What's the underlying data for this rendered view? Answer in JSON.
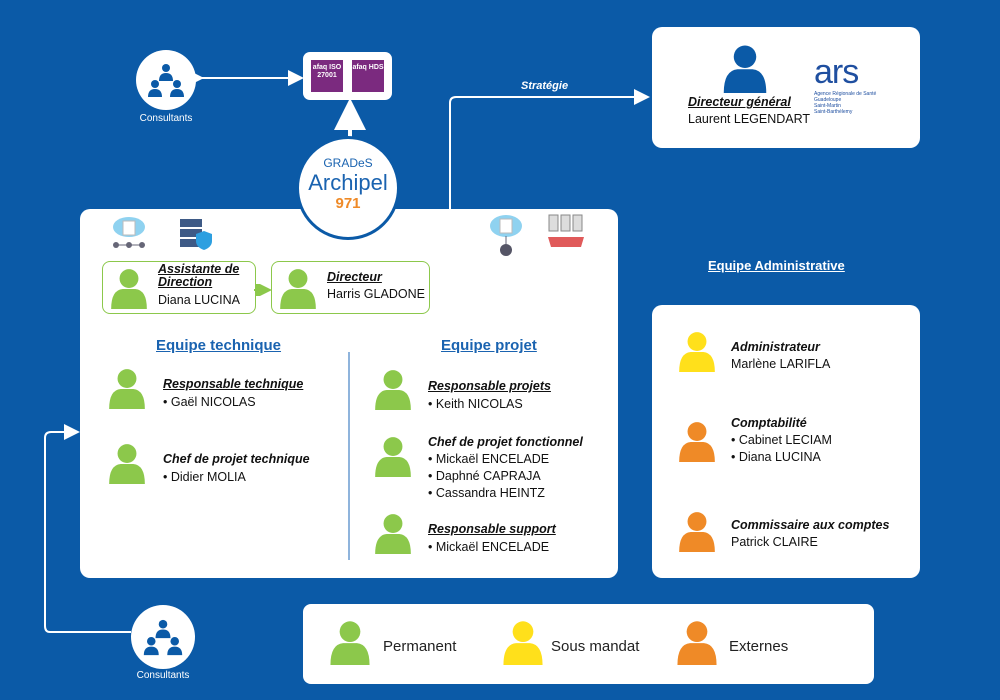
{
  "colors": {
    "background": "#0b5aa7",
    "permanent": "#8cc84b",
    "sous_mandat": "#ffe01b",
    "externes": "#ef8a27",
    "director_general": "#0b5aa7"
  },
  "consultants_top": {
    "label": "Consultants"
  },
  "consultants_bottom": {
    "label": "Consultants"
  },
  "certifications": {
    "badges": [
      "afaq ISO 27001",
      "afaq HDS"
    ]
  },
  "logo": {
    "line1": "GRADeS",
    "line2": "Archipel",
    "line3": "971"
  },
  "strategy_label": "Stratégie",
  "director_general": {
    "role": "Directeur général",
    "name": "Laurent LEGENDART",
    "partner_logo": "ars",
    "partner_sub": "Agence Régionale de Santé",
    "partner_regions": [
      "Guadeloupe",
      "Saint-Martin",
      "Saint-Barthélemy"
    ]
  },
  "direction": {
    "assistant": {
      "role": "Assistante de Direction",
      "name": "Diana LUCINA",
      "category": "permanent"
    },
    "director": {
      "role": "Directeur",
      "name": "Harris GLADONE",
      "category": "permanent"
    }
  },
  "tech_team": {
    "title": "Equipe technique",
    "members": [
      {
        "role": "Responsable technique",
        "names": [
          "• Gaël NICOLAS"
        ],
        "category": "permanent"
      },
      {
        "role": "Chef de projet technique",
        "names": [
          "• Didier MOLIA"
        ],
        "category": "permanent"
      }
    ]
  },
  "project_team": {
    "title": "Equipe projet",
    "members": [
      {
        "role": "Responsable projets",
        "names": [
          "• Keith NICOLAS"
        ],
        "category": "permanent"
      },
      {
        "role": "Chef de projet fonctionnel",
        "names": [
          "• Mickaël ENCELADE",
          "• Daphné CAPRAJA",
          "• Cassandra HEINTZ"
        ],
        "category": "permanent"
      },
      {
        "role": "Responsable support",
        "names": [
          "• Mickaël ENCELADE"
        ],
        "category": "permanent"
      }
    ]
  },
  "admin_team": {
    "title": "Equipe Administrative",
    "members": [
      {
        "role": "Administrateur",
        "names": [
          "Marlène LARIFLA"
        ],
        "category": "sous_mandat"
      },
      {
        "role": "Comptabilité",
        "names": [
          "• Cabinet LECIAM",
          "• Diana LUCINA"
        ],
        "category": "externes"
      },
      {
        "role": "Commissaire aux comptes",
        "names": [
          "Patrick CLAIRE"
        ],
        "category": "externes"
      }
    ]
  },
  "legend": {
    "items": [
      {
        "label": "Permanent",
        "category": "permanent"
      },
      {
        "label": "Sous mandat",
        "category": "sous_mandat"
      },
      {
        "label": "Externes",
        "category": "externes"
      }
    ]
  }
}
